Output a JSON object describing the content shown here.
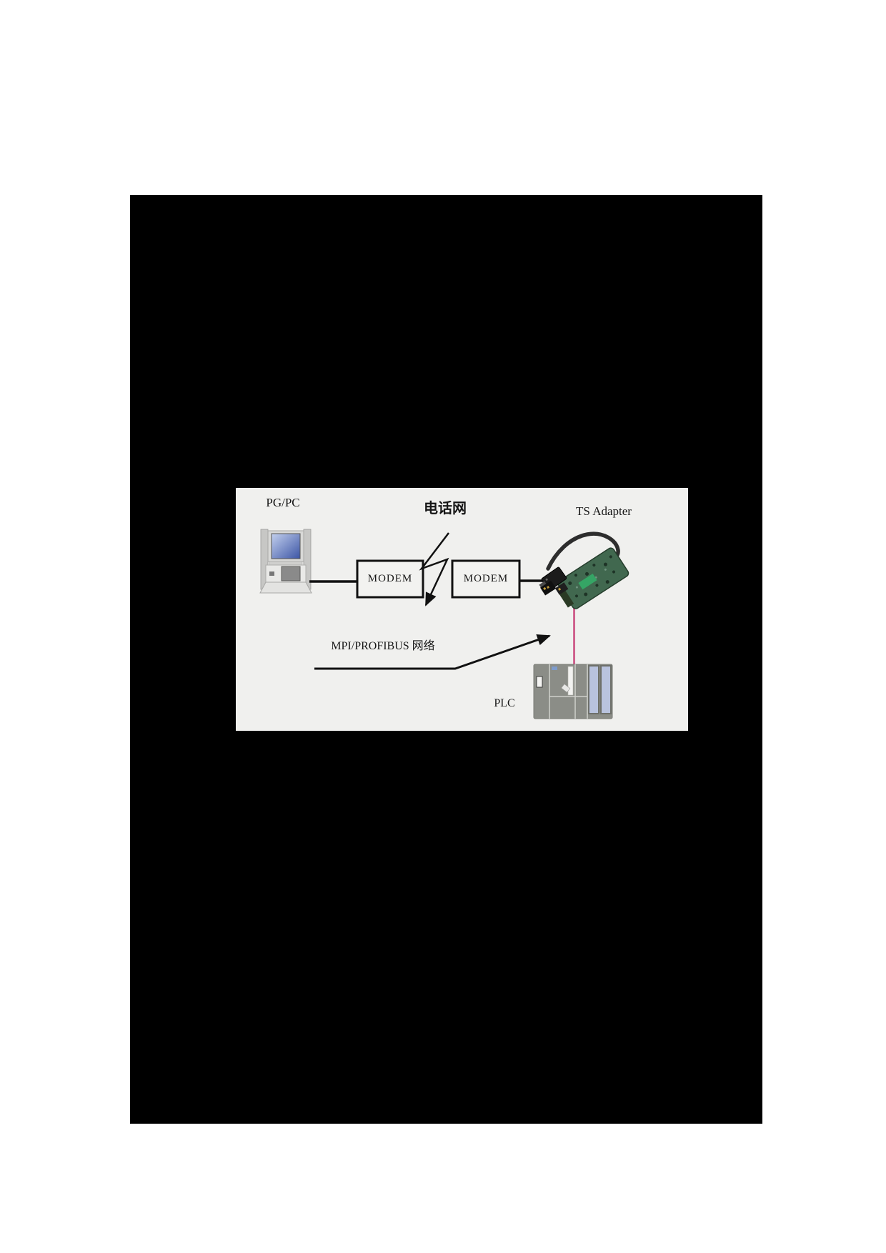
{
  "page": {
    "background_color": "#ffffff",
    "canvas_color": "#000000"
  },
  "diagram": {
    "background_color": "#f0f0ee",
    "labels": {
      "pc": "PG/PC",
      "phone_network": "电话网",
      "ts_adapter": "TS Adapter",
      "modem_left": "MODEM",
      "modem_right": "MODEM",
      "mpi_network": "MPI/PROFIBUS 网络",
      "plc": "PLC"
    },
    "colors": {
      "line_color": "#111111",
      "adapter_plc_link_pink": "#c9487c",
      "adapter_pcb_green": "#41684f",
      "adapter_label_green": "#35a565",
      "plc_body_gray": "#8b8d87",
      "plc_module_blue": "#b9c3de",
      "pc_screen_blue": "#3c55a5"
    }
  }
}
